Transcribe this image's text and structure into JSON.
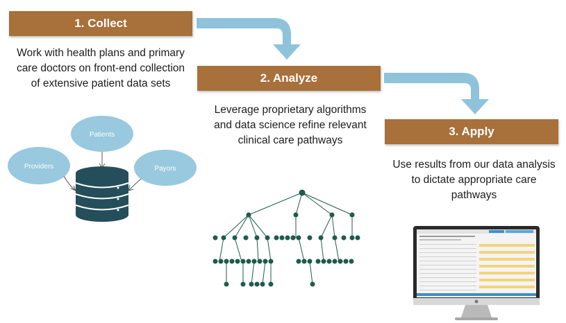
{
  "steps": [
    {
      "title": "1. Collect",
      "description": "Work with health plans and primary care doctors on front-end collection of extensive patient data sets"
    },
    {
      "title": "2. Analyze",
      "description": "Leverage proprietary algorithms and data science refine relevant clinical care pathways"
    },
    {
      "title": "3. Apply",
      "description": "Use results from our data analysis to dictate appropriate care pathways"
    }
  ],
  "data_sources": {
    "patients": "Patients",
    "providers": "Providers",
    "payors": "Payors"
  },
  "colors": {
    "banner": "#a8703a",
    "arrow": "#8fc3dc",
    "bubble": "#98c9de",
    "database": "#244e5a",
    "tree": "#1f5b4b"
  },
  "icons": {
    "database": "database-icon",
    "tree": "decision-tree-icon",
    "monitor": "monitor-icon"
  }
}
